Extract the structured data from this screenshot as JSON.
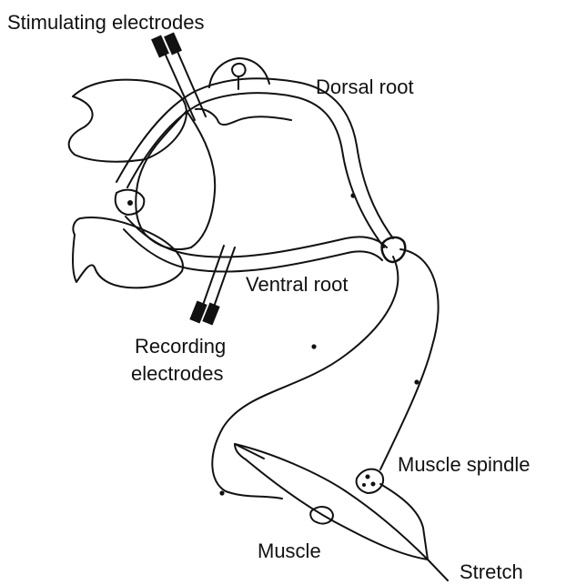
{
  "diagram": {
    "labels": {
      "stimulating": "Stimulating electrodes",
      "dorsal_root": "Dorsal root",
      "ventral_root": "Ventral root",
      "recording_line1": "Recording",
      "recording_line2": "electrodes",
      "muscle_spindle": "Muscle spindle",
      "muscle": "Muscle",
      "stretch": "Stretch"
    },
    "colors": {
      "ink": "#111111",
      "background": "#ffffff"
    }
  }
}
